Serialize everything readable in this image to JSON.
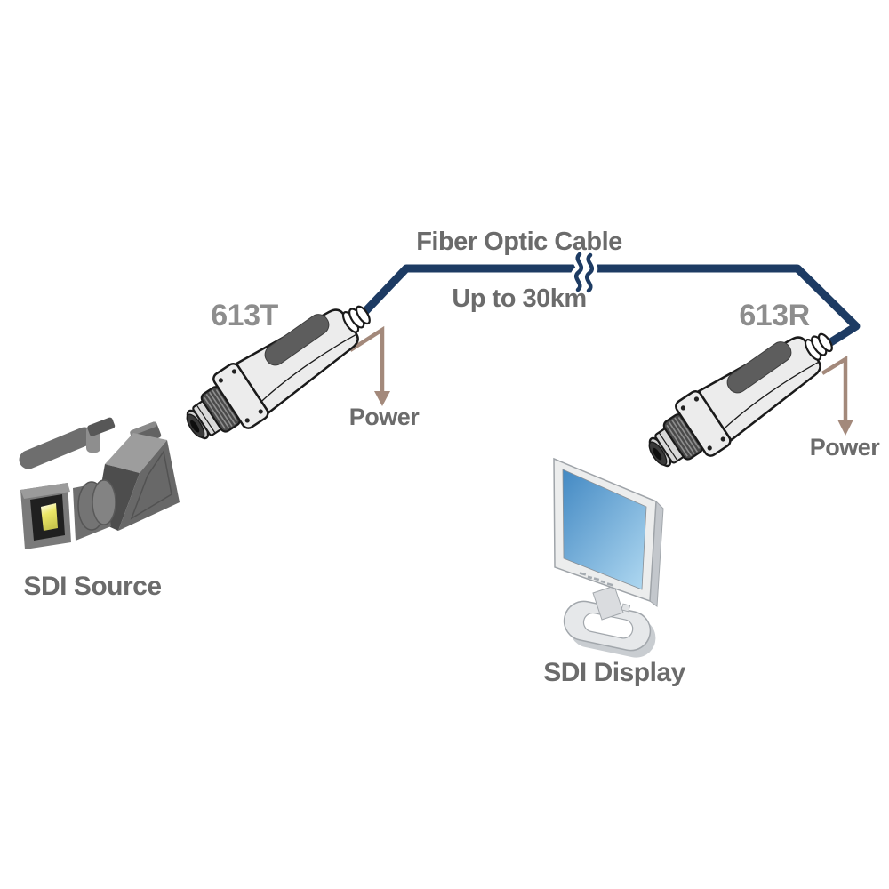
{
  "diagram": {
    "cable": {
      "label": "Fiber Optic Cable",
      "distance": "Up to 30km",
      "color": "#1d3b63"
    },
    "transmitter": {
      "model": "613T",
      "power_label": "Power"
    },
    "receiver": {
      "model": "613R",
      "power_label": "Power"
    },
    "source": {
      "label": "SDI Source"
    },
    "display": {
      "label": "SDI Display"
    },
    "colors": {
      "power_arrow": "#a3897b",
      "label_text": "#6b6b6b",
      "model_text": "#8d8d8d",
      "device_body": "#ececec",
      "device_window": "#5d5d5d",
      "outline": "#1a1a1a",
      "screen_top": "#4389c3",
      "screen_bottom": "#abd5ef",
      "glint": "#ece768"
    }
  }
}
